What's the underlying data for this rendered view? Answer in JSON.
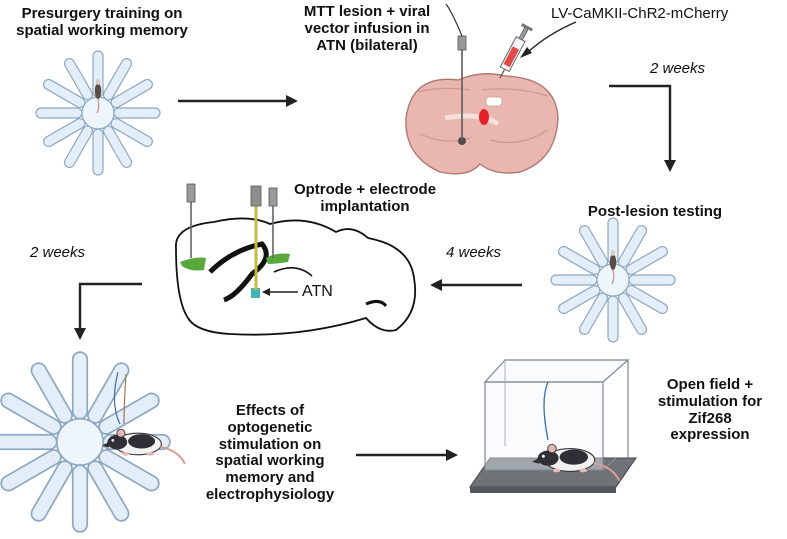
{
  "steps": {
    "presurgery": {
      "line1": "Presurgery training on",
      "line2": "spatial working memory"
    },
    "lesion": {
      "line1": "MTT lesion + viral",
      "line2": "vector infusion in",
      "line3": "ATN (bilateral)"
    },
    "virus": "LV-CaMKII-ChR2-mCherry",
    "post_lesion": "Post-lesion testing",
    "implant": {
      "line1": "Optrode + electrode",
      "line2": "implantation"
    },
    "effects": {
      "line1": "Effects of",
      "line2": "optogenetic",
      "line3": "stimulation on",
      "line4": "spatial working",
      "line5": "memory and",
      "line6": "electrophysiology"
    },
    "open_field": {
      "line1": "Open field +",
      "line2": "stimulation for",
      "line3": "Zif268",
      "line4": "expression"
    }
  },
  "intervals": {
    "after_lesion": "2 weeks",
    "before_implant": "4 weeks",
    "after_implant": "2 weeks"
  },
  "brain_label": "ATN",
  "colors": {
    "arm_fill": "#e3eef8",
    "arm_stroke": "#8ea9c1",
    "brain_pink": "#e9b6b0",
    "lesion_red": "#e8202a",
    "implant_green": "#58a83c",
    "atn_teal": "#3fb6b4",
    "arrow": "#222222",
    "box_floor": "#6f7378"
  }
}
